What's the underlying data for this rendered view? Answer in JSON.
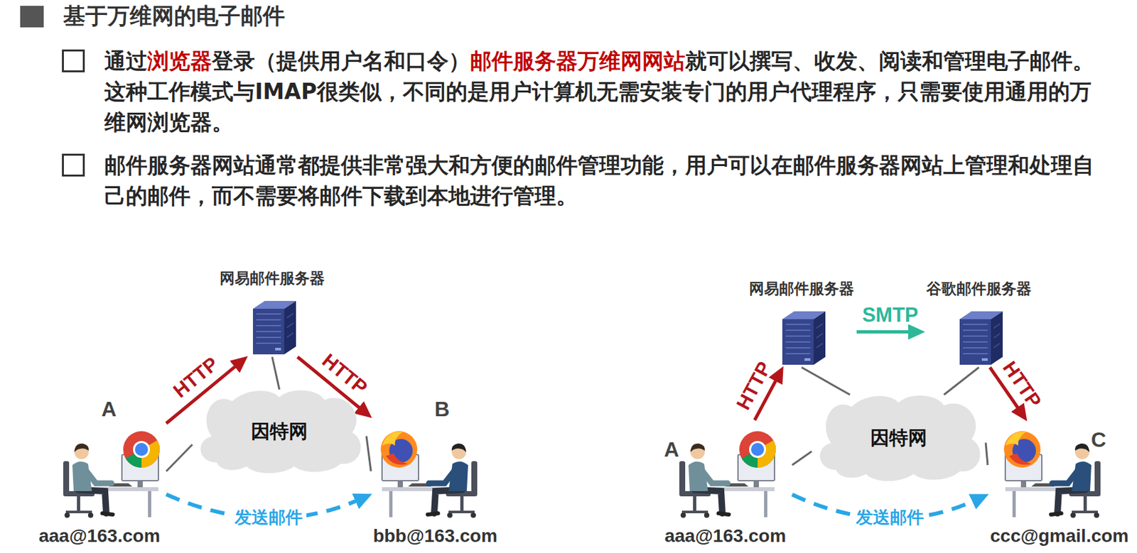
{
  "diagram": {
    "title": "基于万维网的电子邮件",
    "nodes": [
      {
        "text": [
          "网易邮件服务器"
        ]
      },
      {
        "text": [
          "因特网"
        ]
      },
      {
        "text": [
          "A",
          "aaa@163.com"
        ]
      },
      {
        "text": [
          "B",
          "bbb@163.com"
        ]
      },
      {
        "text": [
          "网易邮件服务器"
        ]
      },
      {
        "text": [
          "谷歌邮件服务器"
        ]
      },
      {
        "text": [
          "因特网"
        ]
      },
      {
        "text": [
          "A",
          "aaa@163.com"
        ]
      },
      {
        "text": [
          "C",
          "ccc@gmail.com"
        ]
      }
    ],
    "edges": [
      {
        "from": 2,
        "to": 0,
        "label": "HTTP",
        "arrow": "to"
      },
      {
        "from": 0,
        "to": 3,
        "label": "HTTP",
        "arrow": "to"
      },
      {
        "from": 2,
        "to": 3,
        "label": "发送邮件",
        "arrow": "to"
      },
      {
        "from": 0,
        "to": 1,
        "arrow": "none"
      },
      {
        "from": 2,
        "to": 1,
        "arrow": "none"
      },
      {
        "from": 3,
        "to": 1,
        "arrow": "none"
      },
      {
        "from": 7,
        "to": 4,
        "label": "HTTP",
        "arrow": "to"
      },
      {
        "from": 4,
        "to": 5,
        "label": "SMTP",
        "arrow": "to"
      },
      {
        "from": 5,
        "to": 8,
        "label": "HTTP",
        "arrow": "to"
      },
      {
        "from": 7,
        "to": 8,
        "label": "发送邮件",
        "arrow": "to"
      },
      {
        "from": 4,
        "to": 6,
        "arrow": "none"
      },
      {
        "from": 5,
        "to": 6,
        "arrow": "none"
      },
      {
        "from": 7,
        "to": 6,
        "arrow": "none"
      },
      {
        "from": 8,
        "to": 6,
        "arrow": "none"
      }
    ],
    "labels": [
      "通过",
      "浏览器",
      "登录（提供用户名和口令）",
      "邮件服务器万维网网站",
      "就可以撰写、收发、阅读和管理电子邮件。这种工作模式与IMAP很类似，不同的是用户计算机无需安装专门的用户代理程序，只需要使用通用的万维网浏览器。",
      "邮件服务器网站通常都提供非常强大和方便的邮件管理功能，用户可以在邮件服务器网站上管理和处理自己的邮件，而不需要将邮件下载到本地进行管理。"
    ]
  }
}
